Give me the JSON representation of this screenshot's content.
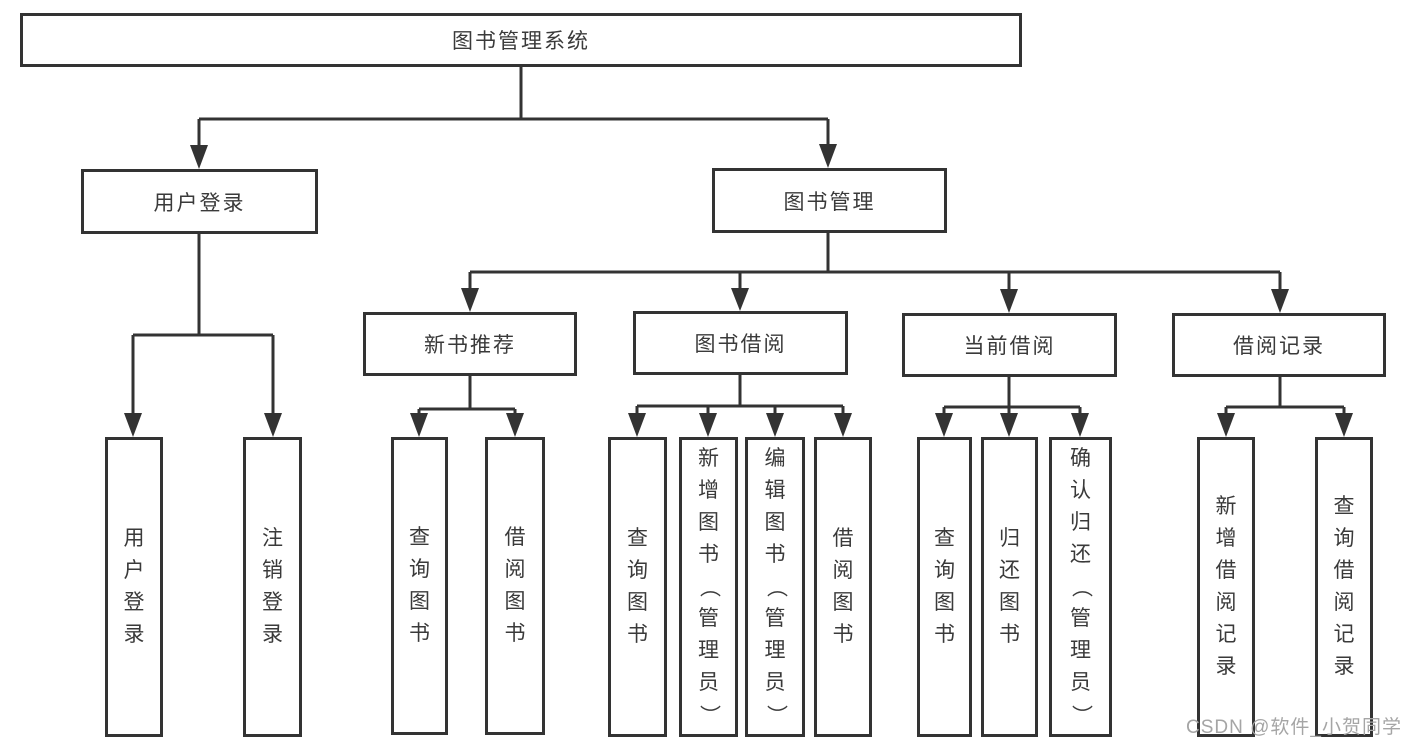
{
  "diagram_title": "图书管理系统",
  "tree": {
    "label": "图书管理系统",
    "children": [
      {
        "label": "用户登录",
        "children": [
          {
            "label": "用户登录"
          },
          {
            "label": "注销登录"
          }
        ]
      },
      {
        "label": "图书管理",
        "children": [
          {
            "label": "新书推荐",
            "children": [
              {
                "label": "查询图书"
              },
              {
                "label": "借阅图书"
              }
            ]
          },
          {
            "label": "图书借阅",
            "children": [
              {
                "label": "查询图书"
              },
              {
                "label": "新增图书（管理员）"
              },
              {
                "label": "编辑图书（管理员）"
              },
              {
                "label": "借阅图书"
              }
            ]
          },
          {
            "label": "当前借阅",
            "children": [
              {
                "label": "查询图书"
              },
              {
                "label": "归还图书"
              },
              {
                "label": "确认归还（管理员）"
              }
            ]
          },
          {
            "label": "借阅记录",
            "children": [
              {
                "label": "新增借阅记录"
              },
              {
                "label": "查询借阅记录"
              }
            ]
          }
        ]
      }
    ]
  },
  "watermark": {
    "text": "CSDN @软件_小贺同学"
  },
  "colors": {
    "line": "#333333",
    "text": "#3a3a3a",
    "background": "#ffffff",
    "watermark": "#a5a5a5"
  }
}
